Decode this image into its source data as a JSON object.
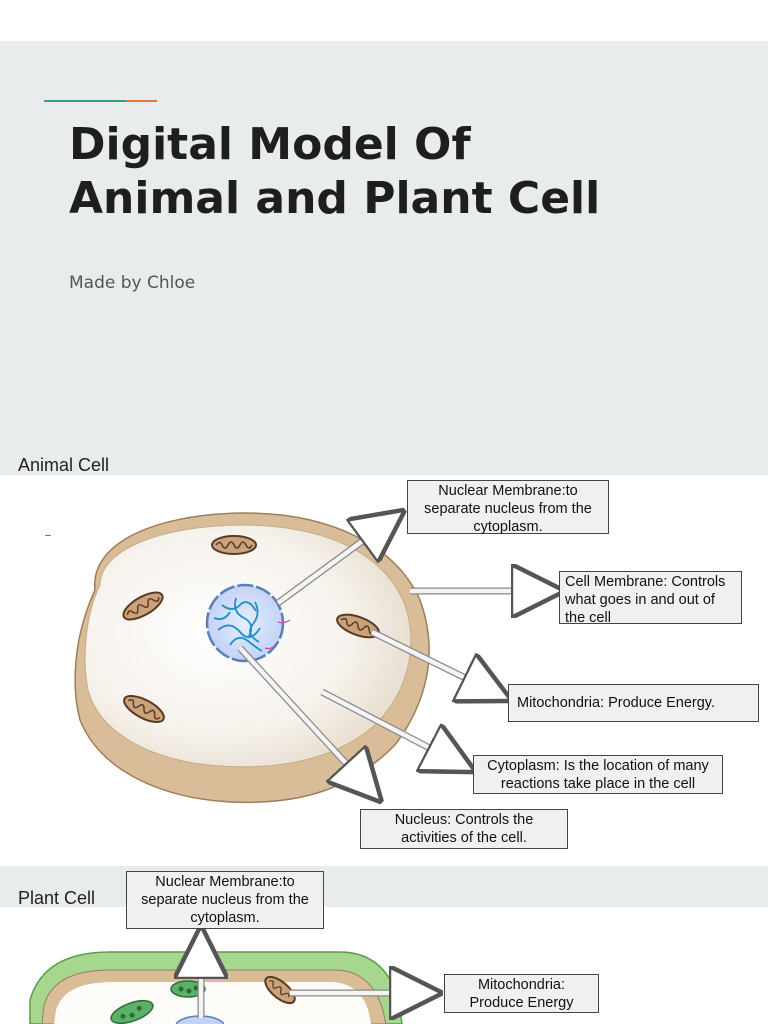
{
  "title_slide": {
    "title_line1": "Digital Model Of",
    "title_line2": "Animal and Plant Cell",
    "subtitle": "Made by Chloe",
    "accent_colors": [
      "#2e9e84",
      "#e8743b"
    ]
  },
  "animal_cell": {
    "section_label": "Animal Cell",
    "callouts": {
      "nuclear_membrane": "Nuclear Membrane:to separate nucleus from the cytoplasm.",
      "cell_membrane": "Cell Membrane: Controls what goes in and out of the cell",
      "mitochondria": "Mitochondria: Produce Energy.",
      "cytoplasm": "Cytoplasm: Is the location of many reactions take place in the cell",
      "nucleus": "Nucleus: Controls the activities of the cell."
    }
  },
  "plant_cell": {
    "section_label": "Plant Cell",
    "callouts": {
      "nuclear_membrane": "Nuclear Membrane:to separate nucleus from the cytoplasm.",
      "mitochondria": "Mitochondria: Produce Energy"
    }
  },
  "colors": {
    "slide_background": "#e9ecec",
    "cell_outer": "#d9bf9c",
    "cell_inner": "#fdfcfa",
    "plant_wall": "#9fd38a"
  }
}
